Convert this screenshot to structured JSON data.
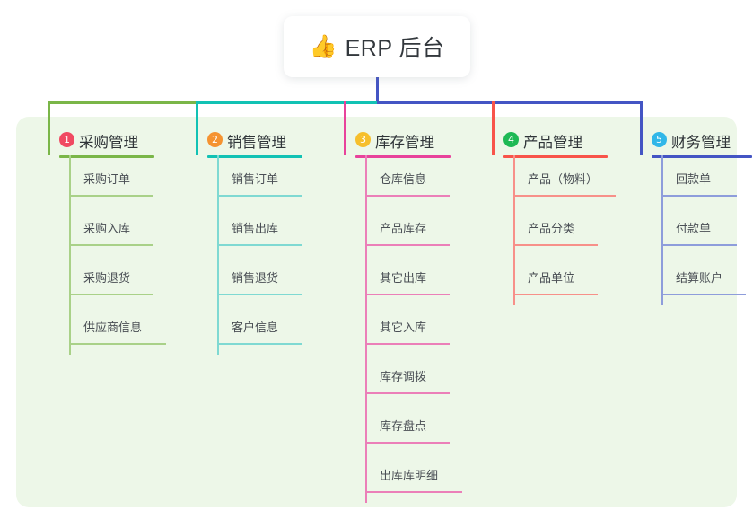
{
  "root": {
    "icon": "thumbs-up-icon",
    "icon_glyph": "👍",
    "title": "ERP 后台"
  },
  "colors": {
    "panel_background": "#edf7e8",
    "page_background": "#ffffff",
    "root_text": "#33383d",
    "stem_blue": "#4455c4",
    "bar_green": "#7ab648",
    "bar_teal": "#12c2b4",
    "bar_blue": "#4455c4"
  },
  "branches": [
    {
      "number": "1",
      "title": "采购管理",
      "badge_color": "#f04a62",
      "line_color": "#7ab648",
      "leaf_line_color": "#a9d188",
      "drop_color": "#7ab648",
      "underline_width": 106,
      "items": [
        {
          "label": "采购订单",
          "width": 78
        },
        {
          "label": "采购入库",
          "width": 78
        },
        {
          "label": "采购退货",
          "width": 78
        },
        {
          "label": "供应商信息",
          "width": 92
        }
      ]
    },
    {
      "number": "2",
      "title": "销售管理",
      "badge_color": "#f59331",
      "line_color": "#12c2b4",
      "leaf_line_color": "#7fd9d2",
      "drop_color": "#12c2b4",
      "underline_width": 106,
      "items": [
        {
          "label": "销售订单",
          "width": 78
        },
        {
          "label": "销售出库",
          "width": 78
        },
        {
          "label": "销售退货",
          "width": 78
        },
        {
          "label": "客户信息",
          "width": 78
        }
      ]
    },
    {
      "number": "3",
      "title": "库存管理",
      "badge_color": "#f6bf2c",
      "line_color": "#e8439b",
      "leaf_line_color": "#eb7fb8",
      "drop_color": "#e8439b",
      "underline_width": 106,
      "items": [
        {
          "label": "仓库信息",
          "width": 78
        },
        {
          "label": "产品库存",
          "width": 78
        },
        {
          "label": "其它出库",
          "width": 78
        },
        {
          "label": "其它入库",
          "width": 78
        },
        {
          "label": "库存调拨",
          "width": 78
        },
        {
          "label": "库存盘点",
          "width": 78
        },
        {
          "label": "出库库明细",
          "width": 92
        }
      ]
    },
    {
      "number": "4",
      "title": "产品管理",
      "badge_color": "#1eb955",
      "line_color": "#f8544a",
      "leaf_line_color": "#f79089",
      "drop_color": "#f8544a",
      "underline_width": 116,
      "items": [
        {
          "label": "产品（物料）",
          "width": 98
        },
        {
          "label": "产品分类",
          "width": 78
        },
        {
          "label": "产品单位",
          "width": 78
        }
      ]
    },
    {
      "number": "5",
      "title": "财务管理",
      "badge_color": "#31b7e8",
      "line_color": "#4455c4",
      "leaf_line_color": "#8e9ddb",
      "drop_color": "#4455c4",
      "underline_width": 112,
      "items": [
        {
          "label": "回款单",
          "width": 68
        },
        {
          "label": "付款单",
          "width": 68
        },
        {
          "label": "结算账户",
          "width": 78
        }
      ]
    }
  ]
}
